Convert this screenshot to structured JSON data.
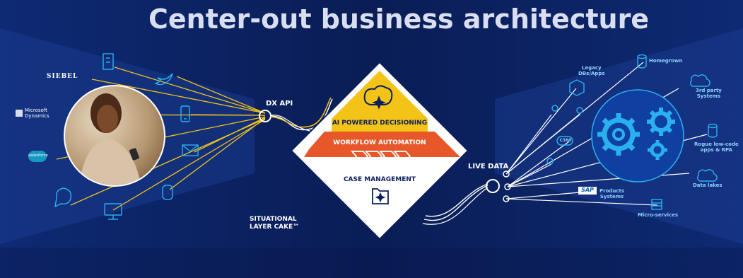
{
  "title": "Center-out business architecture",
  "left": {
    "channels_label": "DX API",
    "brands": {
      "siebel": "SIEBEL",
      "microsoft_line1": "Microsoft",
      "microsoft_line2": "Dynamics",
      "salesforce": "salesforce"
    },
    "channel_icons": [
      "building-icon",
      "twitter-icon",
      "mobile-phone-icon",
      "email-icon",
      "smart-speaker-icon",
      "monitor-icon",
      "chat-phone-icon"
    ]
  },
  "center": {
    "layer_top": "AI POWERED DECISIONING",
    "layer_middle": "WORKFLOW AUTOMATION",
    "layer_bottom": "CASE MANAGEMENT",
    "caption_line1": "SITUATIONAL",
    "caption_line2": "LAYER CAKE™",
    "colors": {
      "yellow": "#f3c318",
      "orange": "#e8572a",
      "white": "#ffffff",
      "navy": "#0b1f5c"
    }
  },
  "right": {
    "connector_label": "LIVE DATA",
    "systems": {
      "homegrown": "Homegrown",
      "legacy_line1": "Legacy",
      "legacy_line2": "DBs/Apps",
      "third_party_line1": "3rd party",
      "third_party_line2": "Systems",
      "c360": "C360",
      "rogue_line1": "Rogue low-code",
      "rogue_line2": "apps & RPA",
      "sap_logo": "SAP",
      "sap_line1": "Products",
      "sap_line2": "Systems",
      "data_lakes": "Data lakes",
      "micro_services": "Micro-services"
    }
  }
}
